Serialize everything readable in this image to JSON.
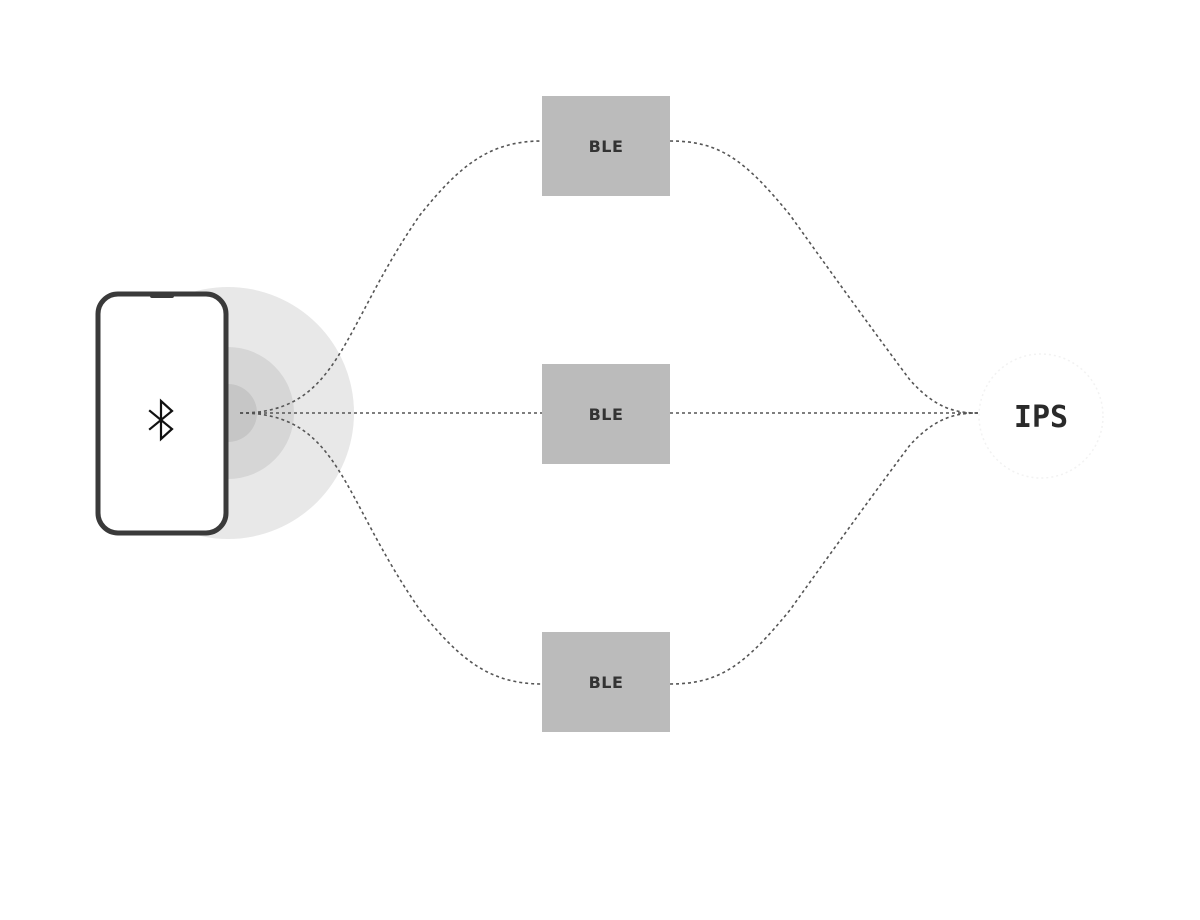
{
  "phone": {
    "icon": "bluetooth-icon"
  },
  "beacons": [
    {
      "label": "BLE"
    },
    {
      "label": "BLE"
    },
    {
      "label": "BLE"
    }
  ],
  "ips": {
    "label": "IPS"
  },
  "colors": {
    "beacon_fill": "#bbbbbb",
    "signal_outer": "#e8e8e8",
    "signal_mid": "#d6d6d6",
    "signal_inner": "#c6c6c6",
    "phone_stroke": "#3a3a3a",
    "link_stroke": "#555555"
  }
}
